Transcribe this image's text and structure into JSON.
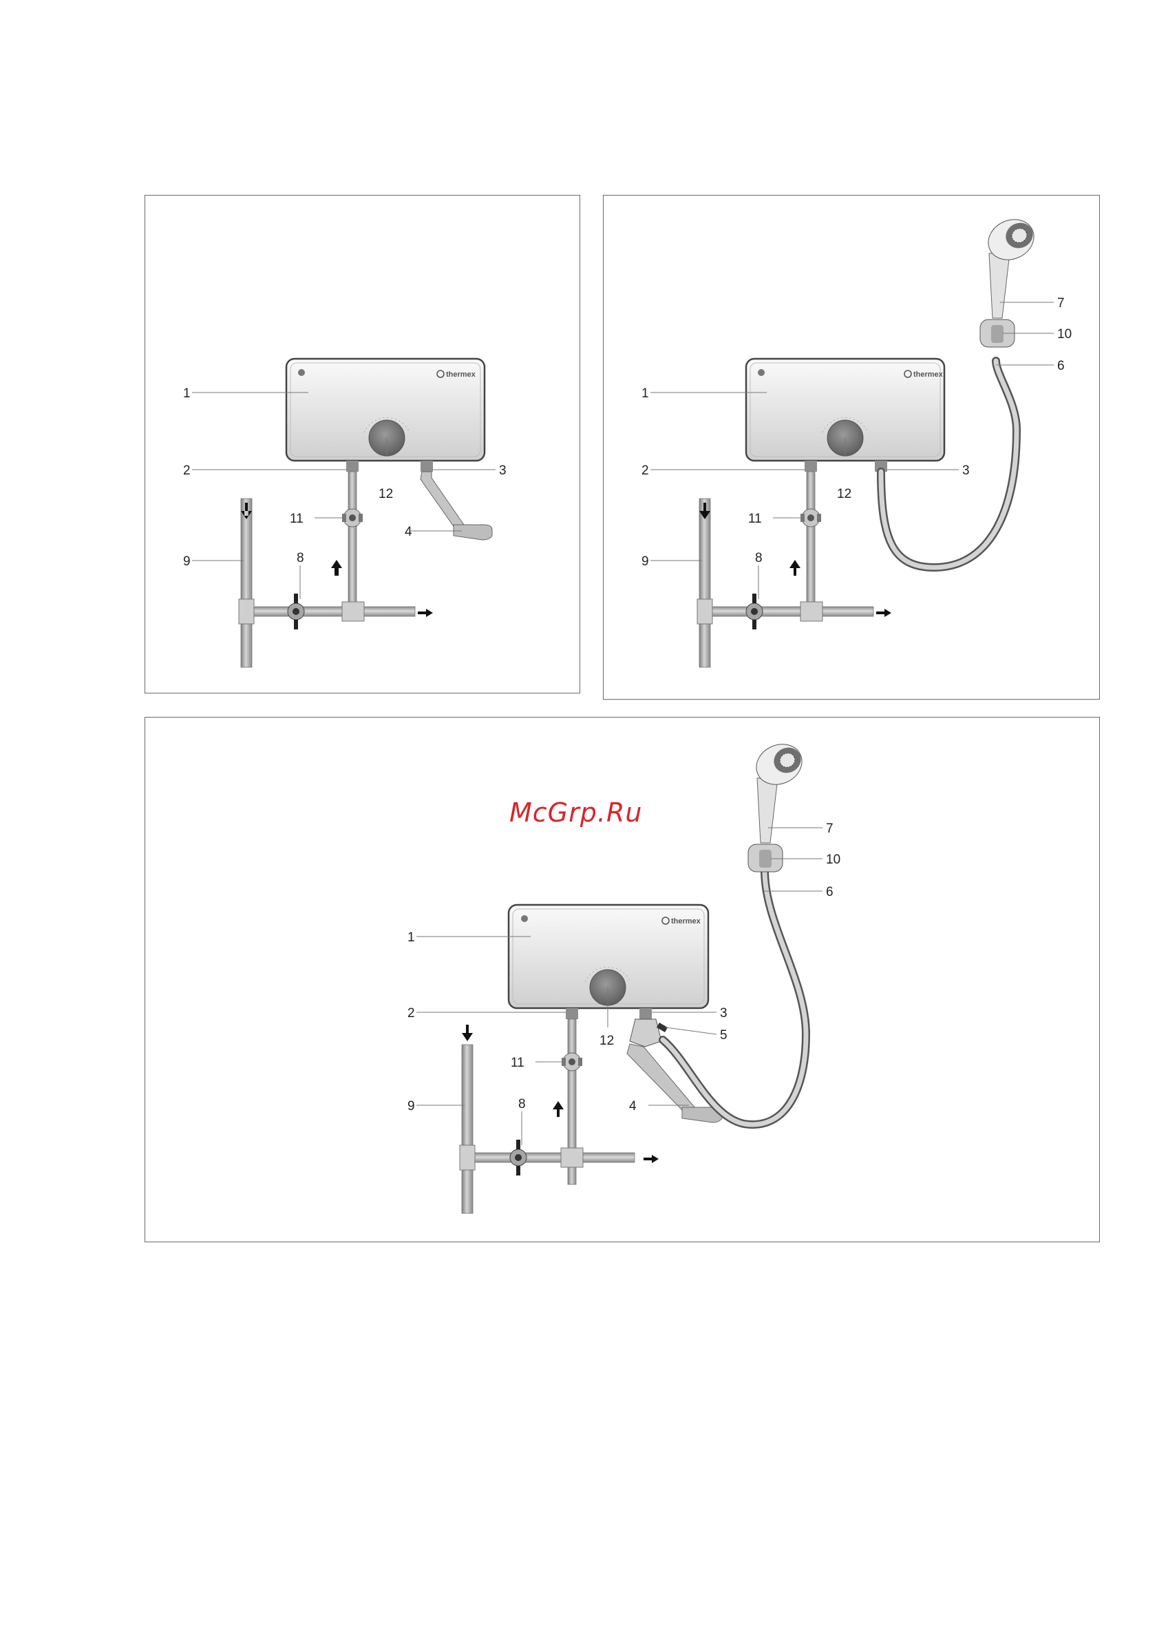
{
  "watermark": "McGrp.Ru",
  "brand": "thermex",
  "panels": [
    {
      "callouts": [
        "1",
        "2",
        "3",
        "4",
        "8",
        "9",
        "11",
        "12"
      ]
    },
    {
      "callouts": [
        "1",
        "2",
        "3",
        "6",
        "7",
        "8",
        "9",
        "10",
        "11",
        "12"
      ]
    },
    {
      "callouts": [
        "1",
        "2",
        "3",
        "4",
        "5",
        "6",
        "7",
        "8",
        "9",
        "10",
        "11",
        "12"
      ]
    }
  ],
  "colors": {
    "frame": "#6a6a6a",
    "pipe": "#9a9a9a",
    "heater": "#d9d9d9",
    "knob": "#7b7b7b",
    "watermark": "#d8262c"
  }
}
